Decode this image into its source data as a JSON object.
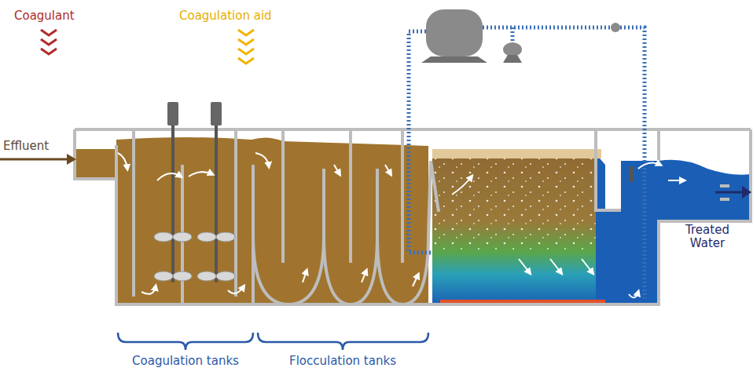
{
  "diagram": {
    "labels": [
      "Coagulant",
      "Coagulation aid",
      "Effluent",
      "Treated Water",
      "Coagulation tanks",
      "Flocculation tanks"
    ]
  }
}
